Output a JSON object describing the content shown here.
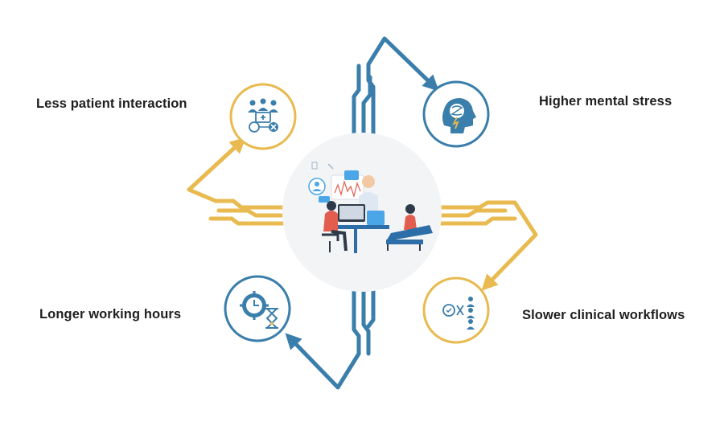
{
  "diagram": {
    "center": {
      "icon": "doctor-patient-consultation-illustration"
    },
    "items": [
      {
        "label": "Less patient interaction",
        "icon": "patients-interaction-icon",
        "accent": "#E8BA4F"
      },
      {
        "label": "Higher mental stress",
        "icon": "brain-stress-icon",
        "accent": "#3A7EAB"
      },
      {
        "label": "Longer working hours",
        "icon": "clock-hourglass-icon",
        "accent": "#3A7EAB"
      },
      {
        "label": "Slower clinical workflows",
        "icon": "workflow-people-icon",
        "accent": "#E8BA4F"
      }
    ],
    "colors": {
      "gold": "#E8BA4F",
      "blue": "#3A7EAB",
      "center_bg": "#F3F4F6"
    }
  }
}
